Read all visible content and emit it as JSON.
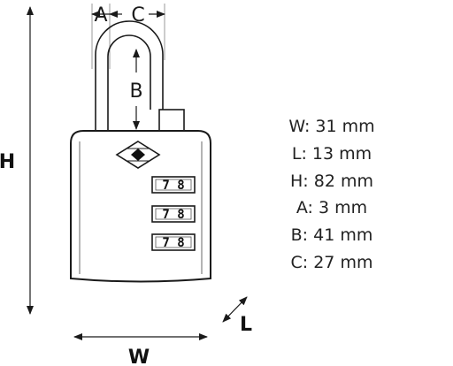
{
  "labels": {
    "a": "A",
    "b": "B",
    "c": "C",
    "h": "H",
    "l": "L",
    "w": "W"
  },
  "dials": [
    "7 8",
    "7 8",
    "7 8"
  ],
  "specs": [
    "W: 31 mm",
    "L: 13 mm",
    "H: 82 mm",
    "A: 3 mm",
    "B: 41 mm",
    "C: 27 mm"
  ],
  "colors": {
    "line": "#1a1a1a",
    "body_fill": "#ffffff"
  }
}
